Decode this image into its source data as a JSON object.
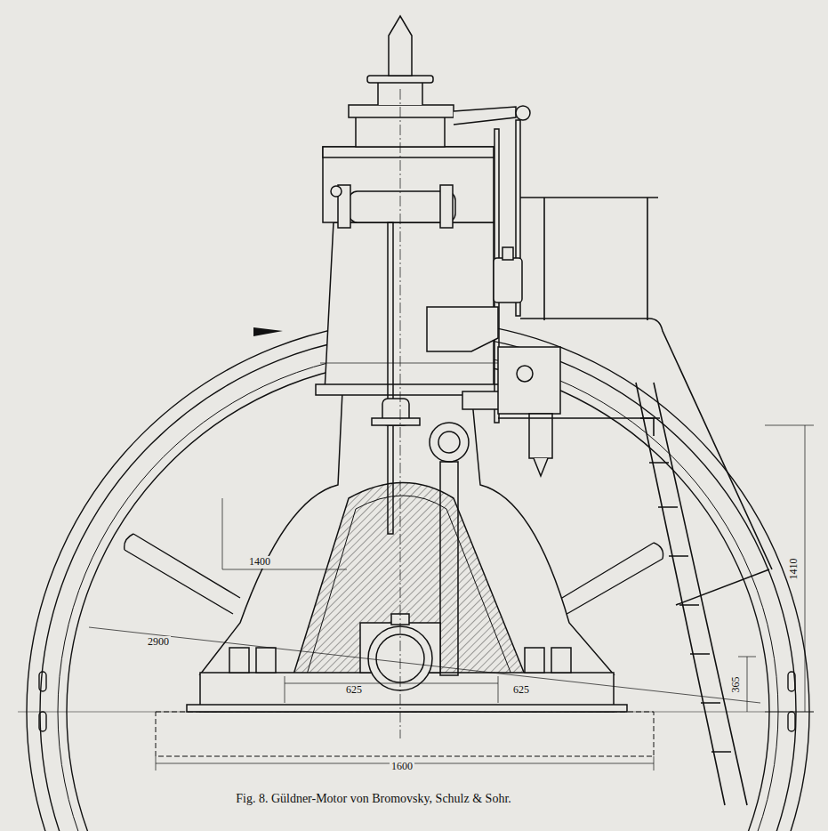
{
  "diagram": {
    "caption": "Fig. 8. Güldner-Motor von Bromovsky, Schulz & Sohr.",
    "labels": [
      "1400",
      "2900",
      "625",
      "625",
      "1600",
      "365",
      "1410"
    ]
  }
}
